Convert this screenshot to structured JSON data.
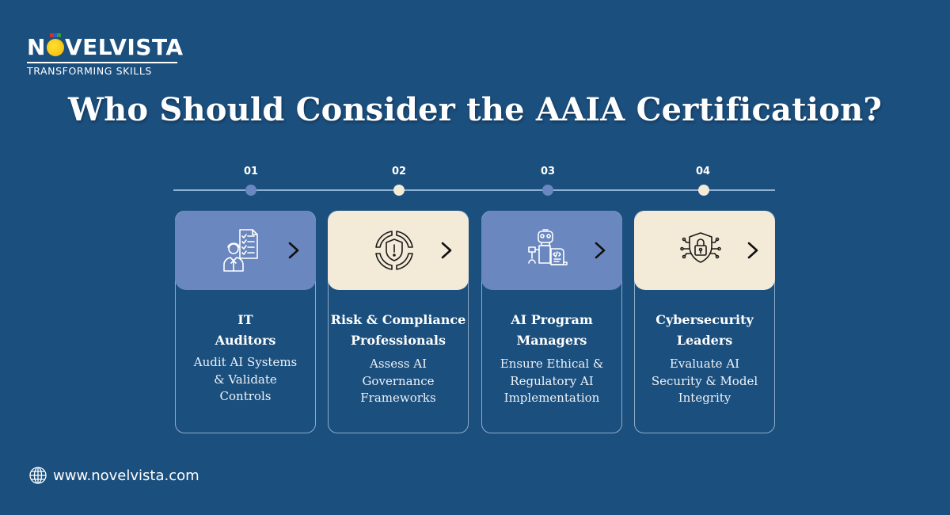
{
  "logo": {
    "brand_part1": "N",
    "brand_part2": "VELVISTA",
    "tagline": "TRANSFORMING SKILLS"
  },
  "title": "Who Should Consider the AAIA Certification?",
  "colors": {
    "background": "#1b4f7e",
    "blue_accent": "#6a87bf",
    "cream_accent": "#f3ead8",
    "timeline": "#8eb1d6"
  },
  "steps": [
    {
      "number": "01",
      "icon": "auditor-checklist-icon",
      "title_line1": "IT",
      "title_line2": "Auditors",
      "desc_line1": "Audit AI Systems",
      "desc_line2": "& Validate",
      "desc_line3": "Controls"
    },
    {
      "number": "02",
      "icon": "risk-shield-alert-icon",
      "title_line1": "Risk & Compliance",
      "title_line2": "Professionals",
      "desc_line1": "Assess AI",
      "desc_line2": "Governance",
      "desc_line3": "Frameworks"
    },
    {
      "number": "03",
      "icon": "robot-code-icon",
      "title_line1": "AI Program",
      "title_line2": "Managers",
      "desc_line1": "Ensure Ethical &",
      "desc_line2": "Regulatory AI",
      "desc_line3": "Implementation"
    },
    {
      "number": "04",
      "icon": "cyber-shield-lock-icon",
      "title_line1": "Cybersecurity",
      "title_line2": "Leaders",
      "desc_line1": "Evaluate AI",
      "desc_line2": "Security & Model",
      "desc_line3": "Integrity"
    }
  ],
  "footer": {
    "icon": "globe-icon",
    "website": "www.novelvista.com"
  }
}
